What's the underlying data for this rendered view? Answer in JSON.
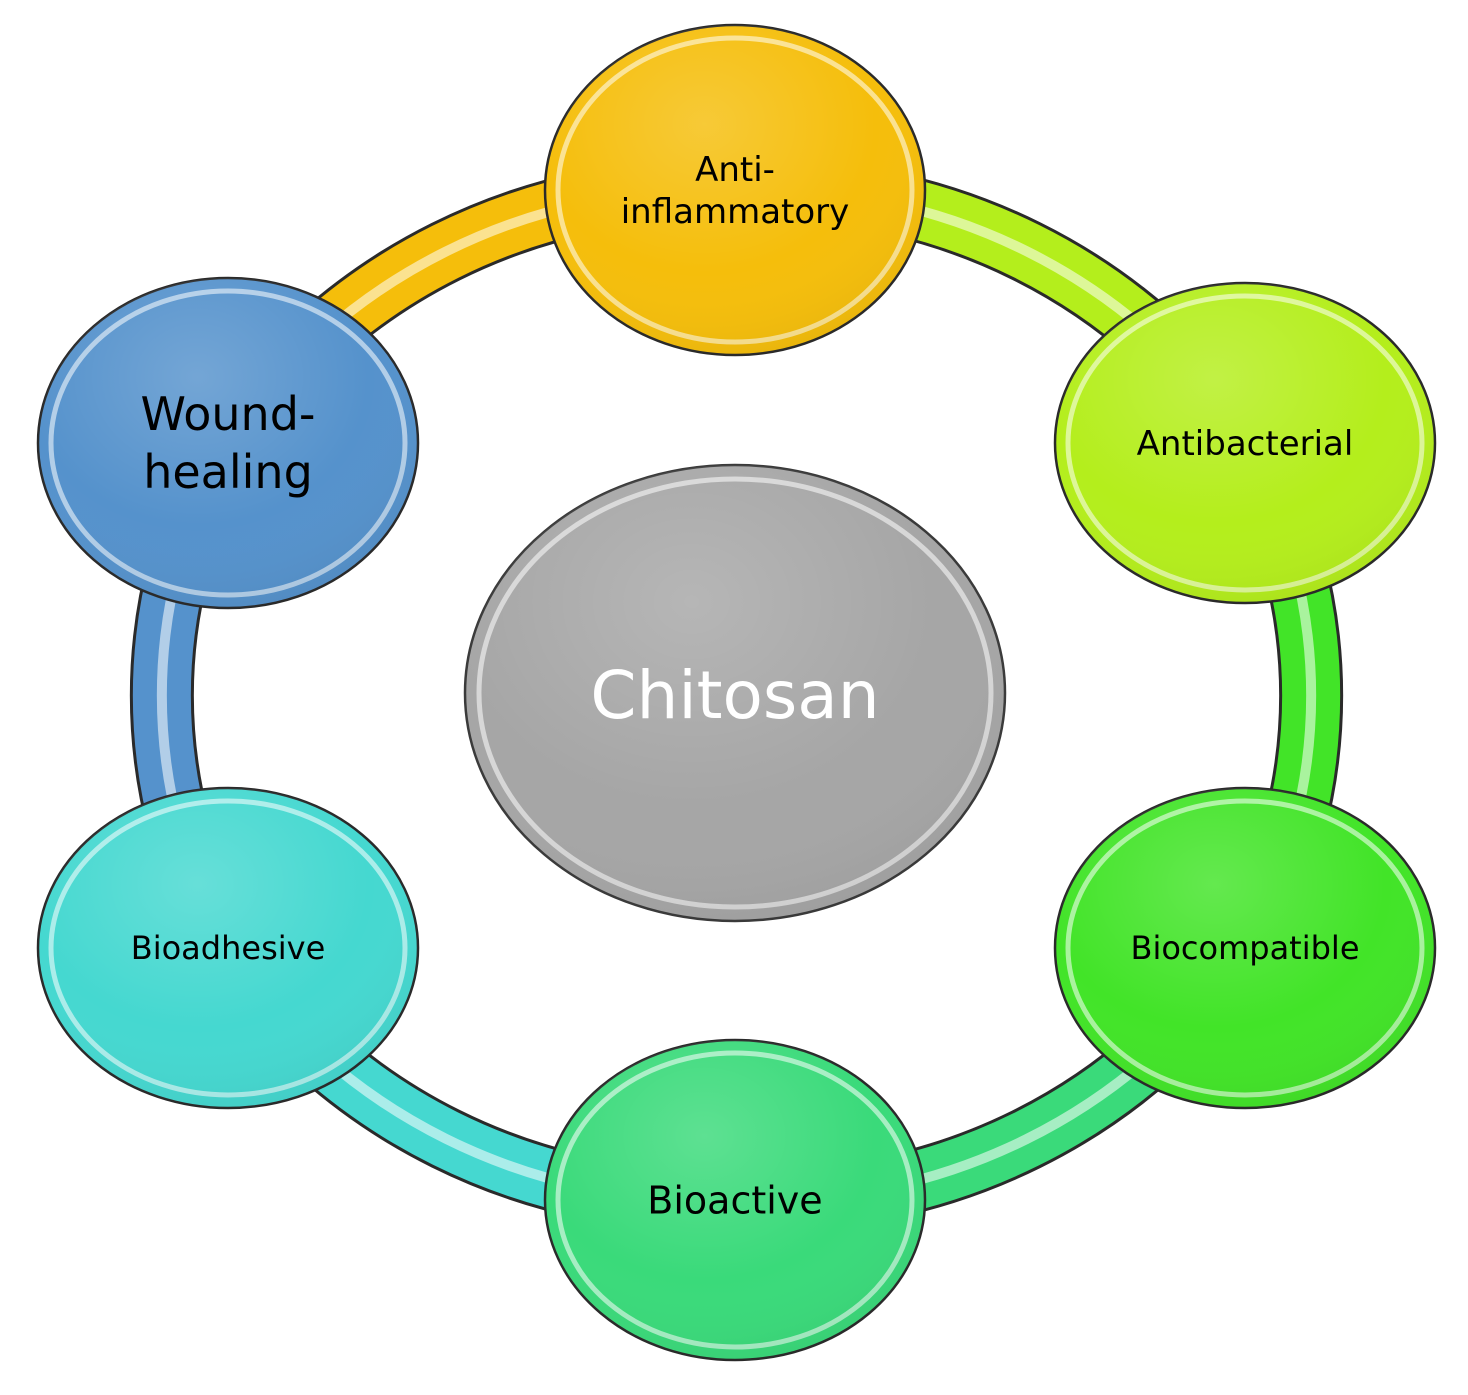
{
  "center": {
    "label": "Chitosan",
    "color": "#a6a6a6"
  },
  "nodes": [
    {
      "id": "anti-inflammatory",
      "lines": [
        "Anti-",
        "inflammatory"
      ],
      "color": "#f5be0b"
    },
    {
      "id": "antibacterial",
      "lines": [
        "Antibacterial"
      ],
      "color": "#b4ee1c"
    },
    {
      "id": "biocompatible",
      "lines": [
        "Biocompatible"
      ],
      "color": "#42e428"
    },
    {
      "id": "bioactive",
      "lines": [
        "Bioactive"
      ],
      "color": "#3ada7a"
    },
    {
      "id": "bioadhesive",
      "lines": [
        "Bioadhesive"
      ],
      "color": "#45d8d0"
    },
    {
      "id": "wound-healing",
      "lines": [
        "Wound-",
        "healing"
      ],
      "color": "#5592cc"
    }
  ]
}
